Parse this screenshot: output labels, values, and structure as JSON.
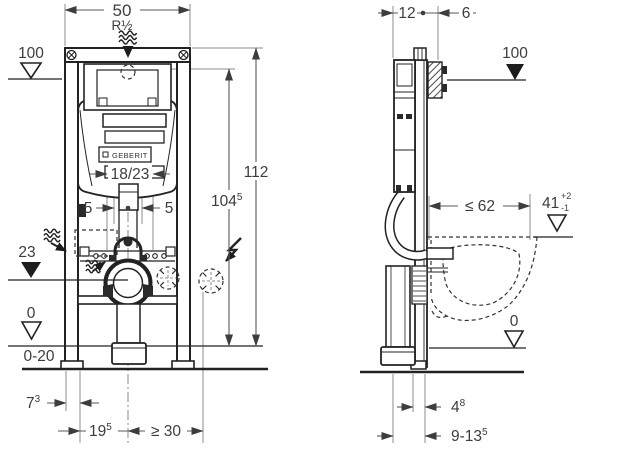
{
  "colors": {
    "background": "#ffffff",
    "drawing_line": "#222222",
    "dimension_line": "#5a5a5a",
    "text": "#3d3d3d"
  },
  "icons": [
    "water-supply-icon",
    "electrical-connection-icon",
    "level-marker-icon",
    "screw-icon",
    "knockout-icon"
  ],
  "front_view": {
    "logo": "GEBERIT",
    "dims": {
      "width": "50",
      "supply_thread": "R½",
      "supply_level": "100",
      "outlet_level": "23",
      "finished_floor_level": "0",
      "floor_buildup_range": "0-20",
      "actuator_fixing": "18/23",
      "offset_left": "5",
      "offset_right": "5",
      "total_height": "112",
      "actuation_height": {
        "main": "104",
        "sup": "5"
      },
      "foot_depth": {
        "main": "7",
        "sup": "3"
      },
      "drain_offset": {
        "main": "19",
        "sup": "5"
      },
      "min_side_clearance": "≥ 30"
    }
  },
  "side_view": {
    "dims": {
      "frame_depth": "12",
      "front_offset": "6",
      "actuator_level": "100",
      "max_bowl_depth": "≤ 62",
      "seat_height": {
        "main": "41",
        "tol_plus": "+2",
        "tol_minus": "-1"
      },
      "finished_floor_level": "0",
      "outlet_offset": {
        "main": "4",
        "sup": "8"
      },
      "outlet_height_range": {
        "main": "9-13",
        "sup": "5"
      }
    }
  }
}
